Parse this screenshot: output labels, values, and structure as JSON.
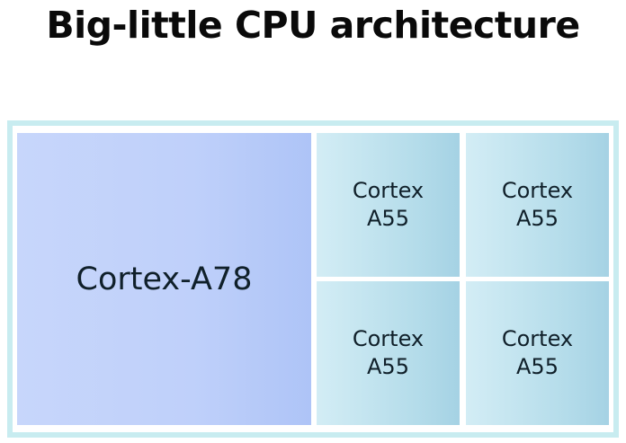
{
  "title": "Big-little CPU architecture",
  "big_core": {
    "label": "Cortex-A78"
  },
  "little_cores": [
    {
      "line1": "Cortex",
      "line2": "A55"
    },
    {
      "line1": "Cortex",
      "line2": "A55"
    },
    {
      "line1": "Cortex",
      "line2": "A55"
    },
    {
      "line1": "Cortex",
      "line2": "A55"
    }
  ],
  "colors": {
    "frame": "#c8ecf0",
    "big_core": "#bfd0fa",
    "little_core": "#b4dcea"
  }
}
